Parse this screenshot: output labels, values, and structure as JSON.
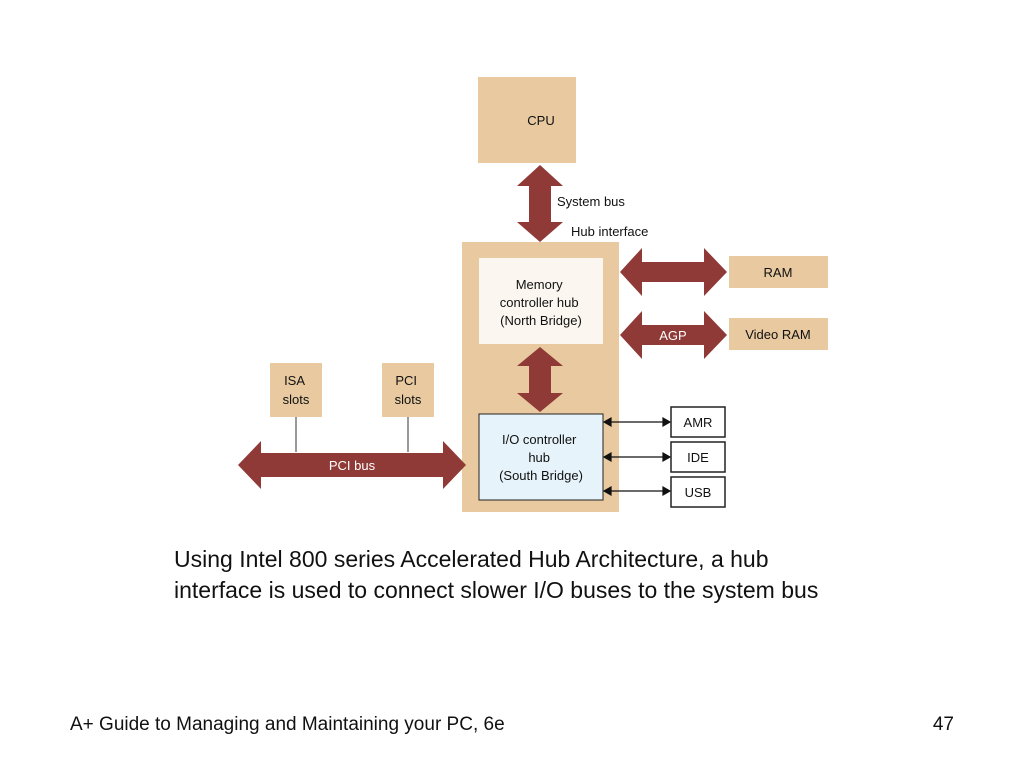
{
  "colors": {
    "box_tan": "#e8c9a0",
    "hub_white": "#fbf7f0",
    "io_blue": "#e6f3fa",
    "arrow_red": "#8f3a36",
    "port_white": "#ffffff",
    "stroke_dark": "#222222"
  },
  "diagram": {
    "cpu": "CPU",
    "system_bus": "System bus",
    "hub_interface": "Hub interface",
    "north_bridge": [
      "Memory",
      "controller hub",
      "(North Bridge)"
    ],
    "ram": "RAM",
    "agp": "AGP",
    "video_ram": "Video RAM",
    "isa_slots": [
      "ISA",
      "slots"
    ],
    "pci_slots": [
      "PCI",
      "slots"
    ],
    "pci_bus": "PCI bus",
    "south_bridge": [
      "I/O controller",
      "hub",
      "(South Bridge)"
    ],
    "amr": "AMR",
    "ide": "IDE",
    "usb": "USB"
  },
  "caption": "Using Intel 800 series Accelerated Hub Architecture, a hub interface is used to connect slower I/O buses to the system bus",
  "footer": {
    "title": "A+ Guide to Managing and Maintaining your PC, 6e",
    "page": "47"
  }
}
